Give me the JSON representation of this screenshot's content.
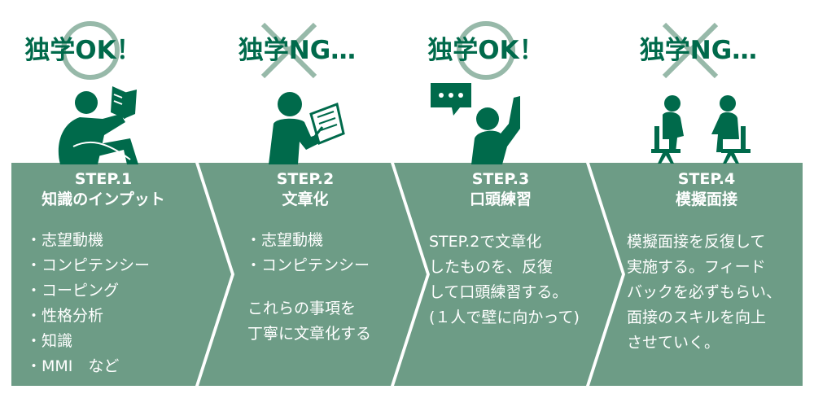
{
  "colors": {
    "panel": "#6d9c86",
    "accent": "#006a4b",
    "mark": "#97b9a9"
  },
  "steps": [
    {
      "verdict": "独学OK！",
      "verdict_mark": "circle",
      "figure_icon": "person-reading-book-icon",
      "step_label": "STEP.1",
      "title": "知識のインプット",
      "bullets": [
        "志望動機",
        "コンピテンシー",
        "コーピング",
        "性格分析",
        "知識",
        "MMI　など"
      ]
    },
    {
      "verdict": "独学NG…",
      "verdict_mark": "cross",
      "figure_icon": "person-writing-notes-icon",
      "step_label": "STEP.2",
      "title": "文章化",
      "bullets": [
        "志望動機",
        "コンピテンシー"
      ],
      "note": "これらの事項を\n丁寧に文章化する"
    },
    {
      "verdict": "独学OK！",
      "verdict_mark": "circle",
      "figure_icon": "person-speaking-raised-hand-icon",
      "step_label": "STEP.3",
      "title": "口頭練習",
      "note": "STEP.2で文章化\nしたものを、反復\nして口頭練習する。\n(１人で壁に向かって)"
    },
    {
      "verdict": "独学NG…",
      "verdict_mark": "cross",
      "figure_icon": "two-people-interview-icon",
      "step_label": "STEP.4",
      "title": "模擬面接",
      "note": "模擬面接を反復して\n実施する。フィード\nバックを必ずもらい、\n面接のスキルを向上\nさせていく。"
    }
  ]
}
